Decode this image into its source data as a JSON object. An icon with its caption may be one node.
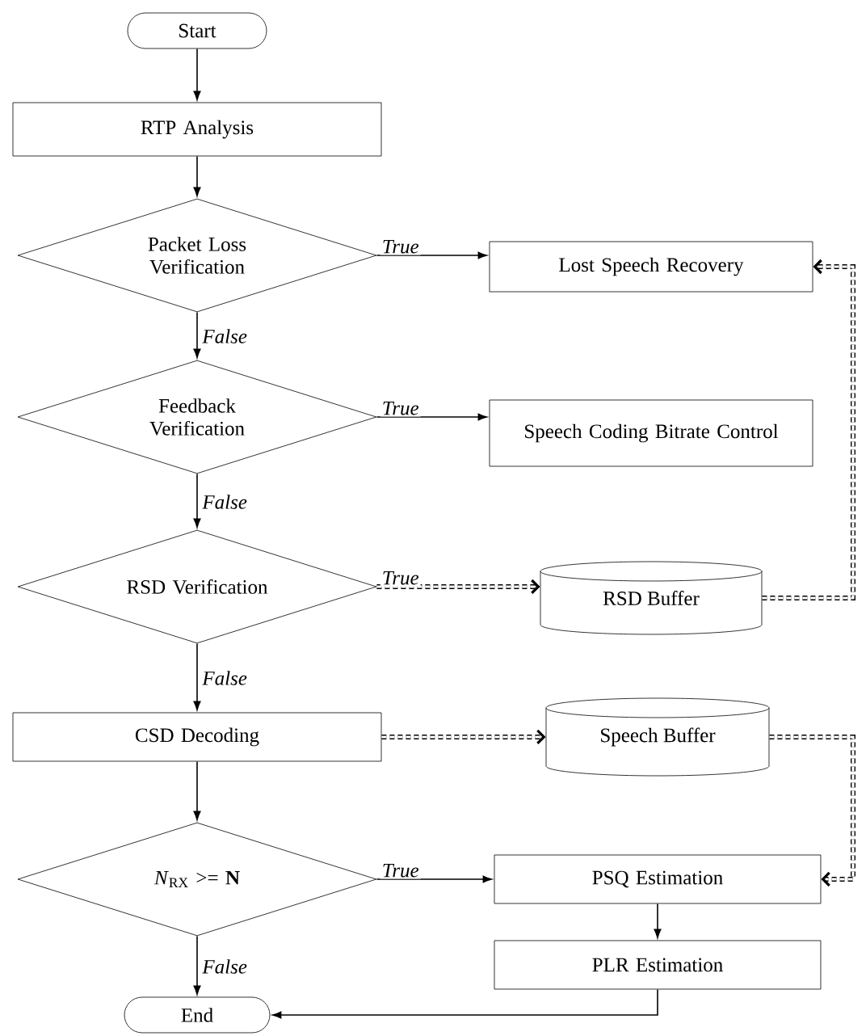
{
  "diagram": {
    "nodes": [
      {
        "text": [
          "Start"
        ]
      },
      {
        "text": [
          "RTP Analysis"
        ]
      },
      {
        "text": [
          "Packet Loss Verification"
        ]
      },
      {
        "text": [
          "Lost Speech Recovery"
        ]
      },
      {
        "text": [
          "Feedback Verification"
        ]
      },
      {
        "text": [
          "Speech Coding Bitrate Control"
        ]
      },
      {
        "text": [
          "RSD Verification"
        ]
      },
      {
        "text": [
          "RSD Buffer"
        ]
      },
      {
        "text": [
          "CSD Decoding"
        ]
      },
      {
        "text": [
          "Speech Buffer"
        ]
      },
      {
        "text": [
          "*N*$_{RX}$ >= **N**"
        ]
      },
      {
        "text": [
          "PSQ Estimation"
        ]
      },
      {
        "text": [
          "PLR Estimation"
        ]
      },
      {
        "text": [
          "End"
        ]
      }
    ],
    "edges": [
      {
        "from": 0,
        "to": 1,
        "arrow": "to"
      },
      {
        "from": 1,
        "to": 2,
        "arrow": "to"
      },
      {
        "from": 2,
        "to": 3,
        "arrow": "to",
        "label": "True"
      },
      {
        "from": 2,
        "to": 4,
        "arrow": "to",
        "label": "False"
      },
      {
        "from": 4,
        "to": 5,
        "arrow": "to",
        "label": "True"
      },
      {
        "from": 4,
        "to": 6,
        "arrow": "to",
        "label": "False"
      },
      {
        "from": 6,
        "to": 7,
        "arrow": "to",
        "label": "True",
        "style": "dashed"
      },
      {
        "from": 6,
        "to": 8,
        "arrow": "to",
        "label": "False"
      },
      {
        "from": 7,
        "to": 3,
        "arrow": "to",
        "style": "dashed"
      },
      {
        "from": 8,
        "to": 9,
        "arrow": "to",
        "style": "dashed"
      },
      {
        "from": 8,
        "to": 10,
        "arrow": "to"
      },
      {
        "from": 9,
        "to": 11,
        "arrow": "to",
        "style": "dashed"
      },
      {
        "from": 10,
        "to": 11,
        "arrow": "to",
        "label": "True"
      },
      {
        "from": 10,
        "to": 13,
        "arrow": "to",
        "label": "False"
      },
      {
        "from": 11,
        "to": 12,
        "arrow": "to"
      },
      {
        "from": 12,
        "to": 13,
        "arrow": "to"
      }
    ]
  }
}
